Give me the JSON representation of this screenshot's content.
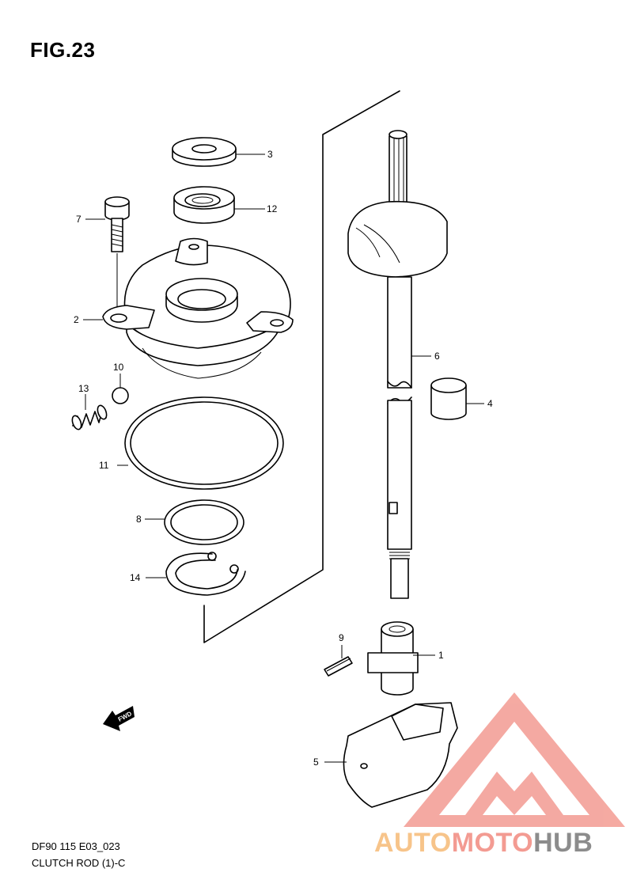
{
  "figure": {
    "title": "FIG.23",
    "model_code": "DF90 115 E03_023",
    "diagram_name": "CLUTCH ROD (1)-C"
  },
  "parts": [
    {
      "id": "part-1",
      "number": "1"
    },
    {
      "id": "part-2",
      "number": "2"
    },
    {
      "id": "part-3",
      "number": "3"
    },
    {
      "id": "part-4",
      "number": "4"
    },
    {
      "id": "part-5",
      "number": "5"
    },
    {
      "id": "part-6",
      "number": "6"
    },
    {
      "id": "part-7",
      "number": "7"
    },
    {
      "id": "part-8",
      "number": "8"
    },
    {
      "id": "part-9",
      "number": "9"
    },
    {
      "id": "part-10",
      "number": "10"
    },
    {
      "id": "part-11",
      "number": "11"
    },
    {
      "id": "part-12",
      "number": "12"
    },
    {
      "id": "part-13",
      "number": "13"
    },
    {
      "id": "part-14",
      "number": "14"
    }
  ],
  "fwd_arrow_label": "FWD",
  "watermark": {
    "part1": "AUTO",
    "part2": "MOTO",
    "part3": "HUB",
    "colors": {
      "auto": "#f7c48a",
      "moto": "#f39b92",
      "hub": "#8c8c8c",
      "triangle": "#f39b92"
    }
  }
}
